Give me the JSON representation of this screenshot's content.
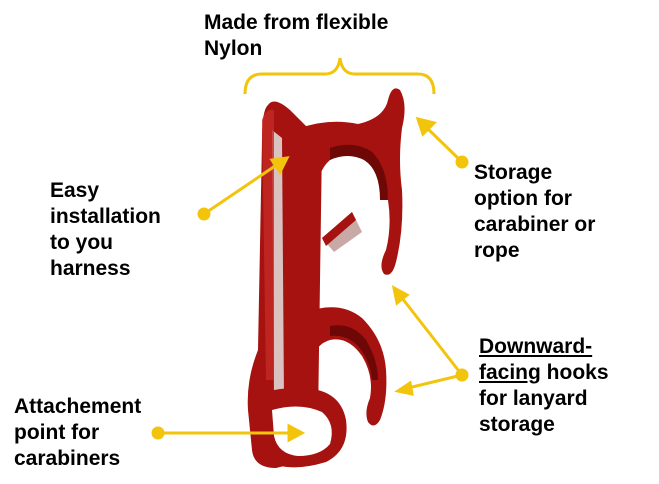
{
  "labels": {
    "material": {
      "lines": [
        "Made from flexible",
        "Nylon"
      ]
    },
    "storage": {
      "lines": [
        "Storage",
        "option for",
        "carabiner or",
        "rope"
      ]
    },
    "installation": {
      "lines": [
        "Easy",
        "installation",
        "to you",
        "harness"
      ]
    },
    "hooks": {
      "line1": "Downward-",
      "line2_underlined": "facing",
      "line2_rest": " hooks",
      "line3": "for lanyard",
      "line4": "storage"
    },
    "attachment": {
      "lines": [
        "Attachement",
        "point for",
        "carabiners"
      ]
    }
  },
  "colors": {
    "product": "#a5120f",
    "product_highlight": "#c62a24",
    "product_shadow": "#6e0807",
    "annotation": "#f2c40c",
    "text": "#000000"
  }
}
